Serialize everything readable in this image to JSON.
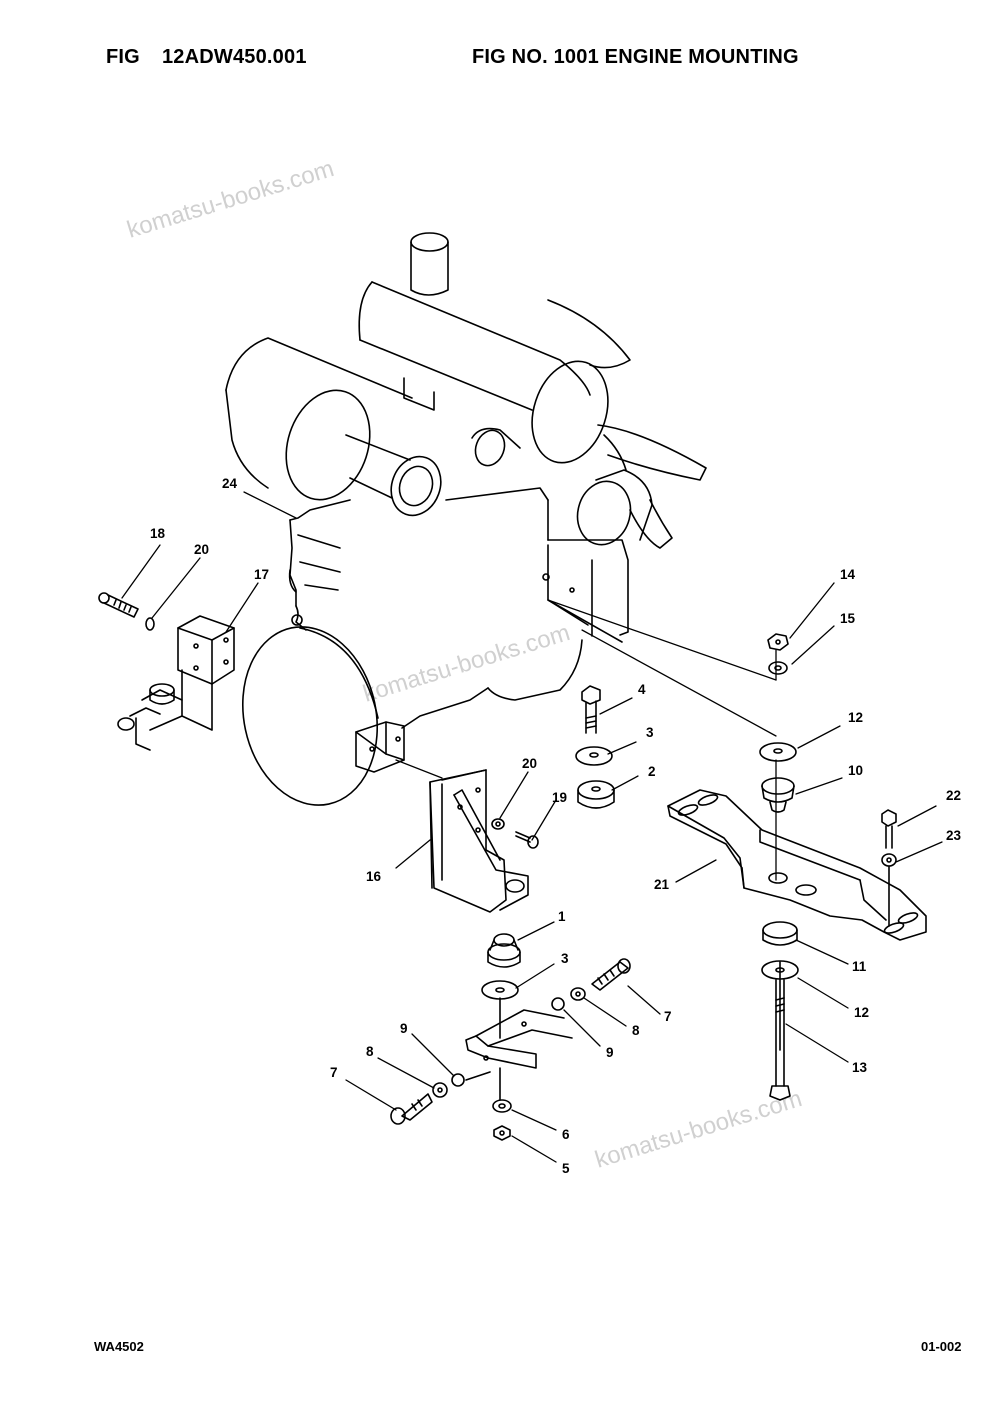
{
  "header": {
    "fig_label": "FIG",
    "fig_code": "12ADW450.001",
    "fig_title": "FIG NO. 1001 ENGINE MOUNTING"
  },
  "footer": {
    "left_code": "WA4502",
    "page_number": "01-002"
  },
  "watermarks": [
    "komatsu-books.com",
    "komatsu-books.com",
    "komatsu-books.com"
  ],
  "callouts": [
    "1",
    "2",
    "3",
    "3",
    "4",
    "5",
    "6",
    "7",
    "7",
    "8",
    "8",
    "9",
    "9",
    "10",
    "11",
    "12",
    "12",
    "13",
    "14",
    "15",
    "16",
    "17",
    "18",
    "19",
    "20",
    "20",
    "21",
    "22",
    "23",
    "24"
  ]
}
